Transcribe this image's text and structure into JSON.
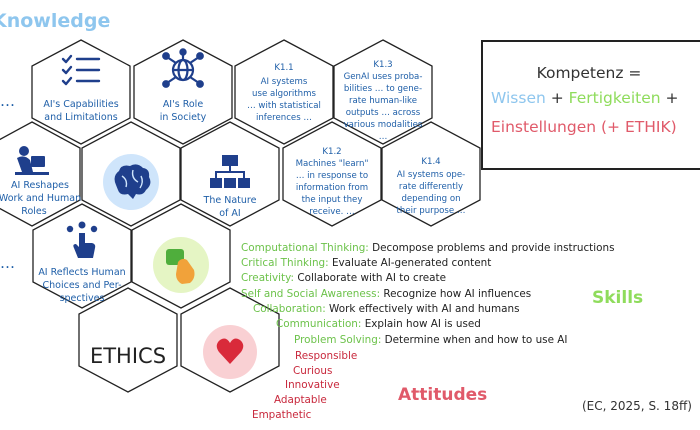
{
  "title_knowledge": "Knowledge",
  "dots": [
    "…",
    "…"
  ],
  "hexes": {
    "capabilities": {
      "label": [
        "AI's Capabilities",
        "and Limitations"
      ],
      "icon": "checklist-icon"
    },
    "role": {
      "label": [
        "AI's Role",
        "in Society"
      ],
      "icon": "network-globe-icon"
    },
    "reshapes": {
      "label": [
        "AI Reshapes",
        "Work and Human",
        "Roles"
      ],
      "icon": "person-at-laptop-icon"
    },
    "nature": {
      "label": [
        "The Nature",
        "of AI"
      ],
      "icon": "hierarchy-icon"
    },
    "reflects": {
      "label": [
        "AI Reflects Human",
        "Choices and Per-",
        "spectives"
      ],
      "icon": "hand-choice-icon"
    },
    "ethics": {
      "label": "ETHICS"
    },
    "brain": {
      "icon": "brain-icon"
    },
    "skills_hex": {
      "icon": "hand-pressing-button-icon"
    },
    "attitudes_hex": {
      "icon": "heart-icon"
    }
  },
  "k_items": {
    "k11": {
      "code": "K1.1",
      "text": [
        "AI systems",
        "use algorithms",
        "… with statistical",
        "inferences …"
      ]
    },
    "k12": {
      "code": "K1.2",
      "text": [
        "Machines \"learn\"",
        "… in response to",
        "information from",
        "the input they",
        "receive. …"
      ]
    },
    "k13": {
      "code": "K1.3",
      "text": [
        "GenAI uses proba-",
        "bilities … to gene-",
        "rate human-like",
        "outputs … across",
        "various modalities",
        "…"
      ]
    },
    "k14": {
      "code": "K1.4",
      "text": [
        "AI systems ope-",
        "rate differently",
        "depending on",
        "their purpose …"
      ]
    }
  },
  "formula": {
    "line1": "Kompetenz =",
    "wissen": "Wissen",
    "plus1": " + ",
    "fertigkeiten": "Fertigkeiten",
    "plus2": " +",
    "line3": "Einstellungen (+ ETHIK)"
  },
  "skills": [
    {
      "key": "Computational Thinking:",
      "desc": " Decompose problems and provide instructions"
    },
    {
      "key": "Critical Thinking:",
      "desc": " Evaluate AI-generated content"
    },
    {
      "key": "Creativity:",
      "desc": " Collaborate with AI to create"
    },
    {
      "key": "Self and Social Awareness:",
      "desc": " Recognize how AI influences"
    },
    {
      "key": "Collaboration:",
      "desc": " Work effectively with AI and humans"
    },
    {
      "key": "Communication:",
      "desc": " Explain how AI is used"
    },
    {
      "key": "Problem Solving:",
      "desc": " Determine when and how to use AI"
    }
  ],
  "skills_title": "Skills",
  "attitudes": [
    "Responsible",
    "Curious",
    "Innovative",
    "Adaptable",
    "Empathetic"
  ],
  "attitudes_title": "Attitudes",
  "citation": "(EC, 2025, S. 18ff)",
  "colors": {
    "knowledge": "#8ec6ee",
    "skills": "#8fdc5c",
    "attitudes": "#e05a6a",
    "hex_text": "#1f5fa8",
    "icon": "#1f3f8c"
  }
}
